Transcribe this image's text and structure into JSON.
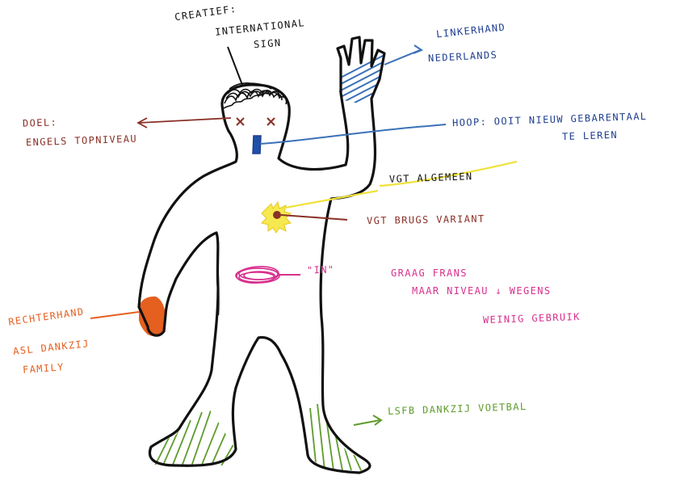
{
  "colors": {
    "outline": "#111111",
    "blue": "#1f3f8f",
    "lightblue": "#3b71b8",
    "brown": "#8a3026",
    "yellow": "#f0e23c",
    "magenta": "#d8308e",
    "orange": "#e55f1f",
    "green": "#5e9c2c"
  },
  "labels": {
    "creatief_line1": "CREATIEF:",
    "creatief_line2": "INTERNATIONAL",
    "creatief_line3": "SIGN",
    "linkerhand_line1": "LINKERHAND",
    "linkerhand_line2": "NEDERLANDS",
    "doel_line1": "DOEL:",
    "doel_line2": "ENGELS TOPNIVEAU",
    "hoop_line1": "HOOP: OOIT NIEUW GEBARENTAAL",
    "hoop_line2": "TE LEREN",
    "vgt_algemeen": "VGT ALGEMEEN",
    "vgt_brugs": "VGT BRUGS VARIANT",
    "in_label": "\"IN\"",
    "frans_line1": "GRAAG FRANS",
    "frans_line2": "MAAR NIVEAU ↓ WEGENS",
    "frans_line3": "WEINIG GEBRUIK",
    "rechterhand_line1": "RECHTERHAND",
    "rechterhand_line2": "ASL DANKZIJ",
    "rechterhand_line3": "FAMILY",
    "lsfb": "LSFB DANKZIJ VOETBAL"
  }
}
